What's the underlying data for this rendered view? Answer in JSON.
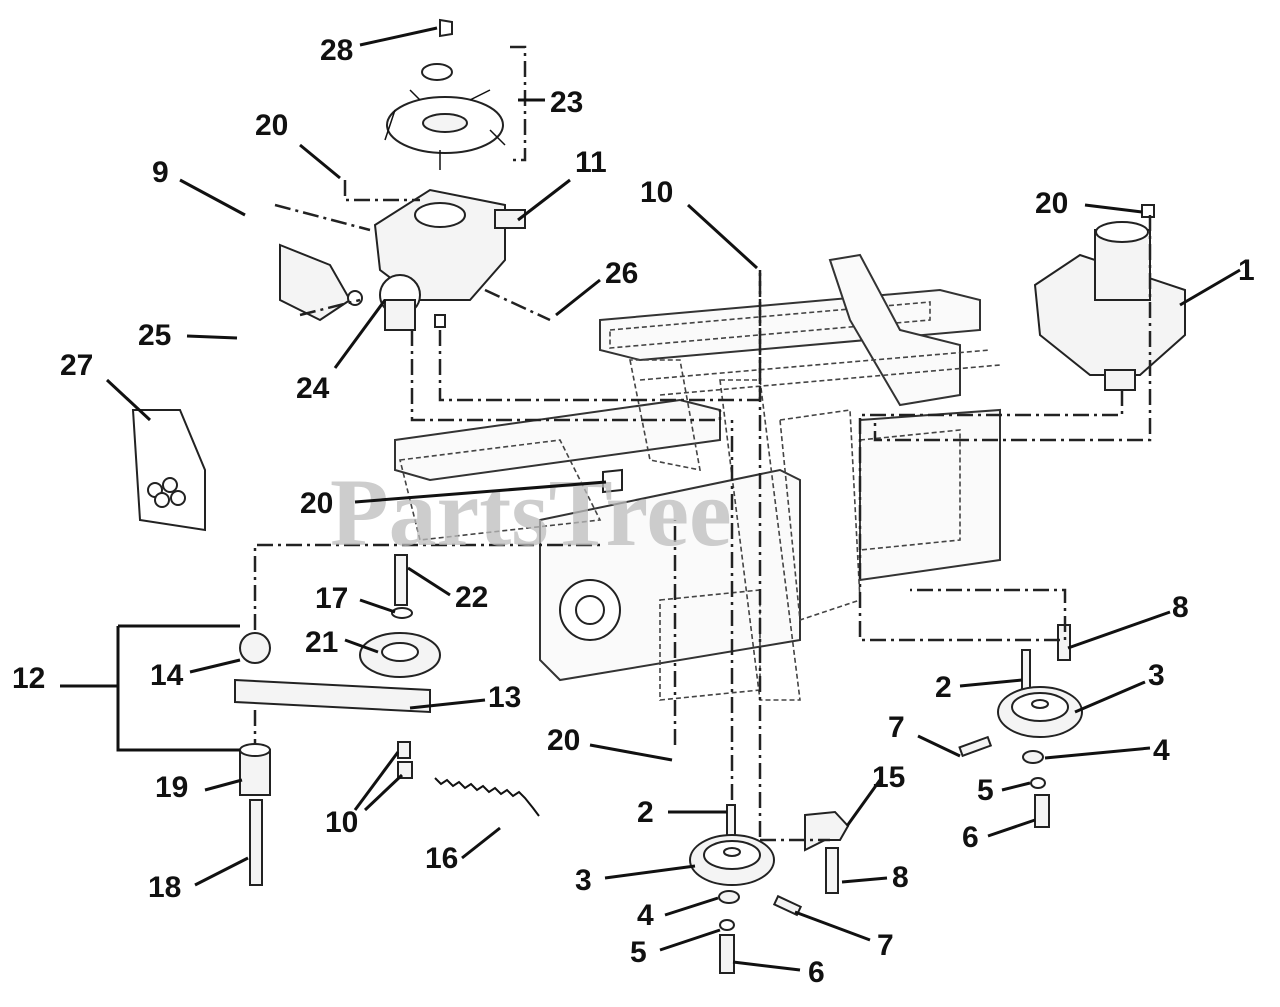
{
  "watermark": "PartsTree",
  "callouts": [
    {
      "id": "c28",
      "text": "28"
    },
    {
      "id": "c23",
      "text": "23"
    },
    {
      "id": "c20a",
      "text": "20"
    },
    {
      "id": "c11",
      "text": "11"
    },
    {
      "id": "c9",
      "text": "9"
    },
    {
      "id": "c10a",
      "text": "10"
    },
    {
      "id": "c20b",
      "text": "20"
    },
    {
      "id": "c1",
      "text": "1"
    },
    {
      "id": "c26",
      "text": "26"
    },
    {
      "id": "c25",
      "text": "25"
    },
    {
      "id": "c24",
      "text": "24"
    },
    {
      "id": "c27",
      "text": "27"
    },
    {
      "id": "c20c",
      "text": "20"
    },
    {
      "id": "c17",
      "text": "17"
    },
    {
      "id": "c22",
      "text": "22"
    },
    {
      "id": "c21",
      "text": "21"
    },
    {
      "id": "c8a",
      "text": "8"
    },
    {
      "id": "c12",
      "text": "12"
    },
    {
      "id": "c14",
      "text": "14"
    },
    {
      "id": "c13",
      "text": "13"
    },
    {
      "id": "c2a",
      "text": "2"
    },
    {
      "id": "c3a",
      "text": "3"
    },
    {
      "id": "c7a",
      "text": "7"
    },
    {
      "id": "c4a",
      "text": "4"
    },
    {
      "id": "c20d",
      "text": "20"
    },
    {
      "id": "c15",
      "text": "15"
    },
    {
      "id": "c5a",
      "text": "5"
    },
    {
      "id": "c19",
      "text": "19"
    },
    {
      "id": "c10b",
      "text": "10"
    },
    {
      "id": "c6a",
      "text": "6"
    },
    {
      "id": "c2b",
      "text": "2"
    },
    {
      "id": "c16",
      "text": "16"
    },
    {
      "id": "c3b",
      "text": "3"
    },
    {
      "id": "c8b",
      "text": "8"
    },
    {
      "id": "c18",
      "text": "18"
    },
    {
      "id": "c4b",
      "text": "4"
    },
    {
      "id": "c7b",
      "text": "7"
    },
    {
      "id": "c5b",
      "text": "5"
    },
    {
      "id": "c6b",
      "text": "6"
    }
  ]
}
